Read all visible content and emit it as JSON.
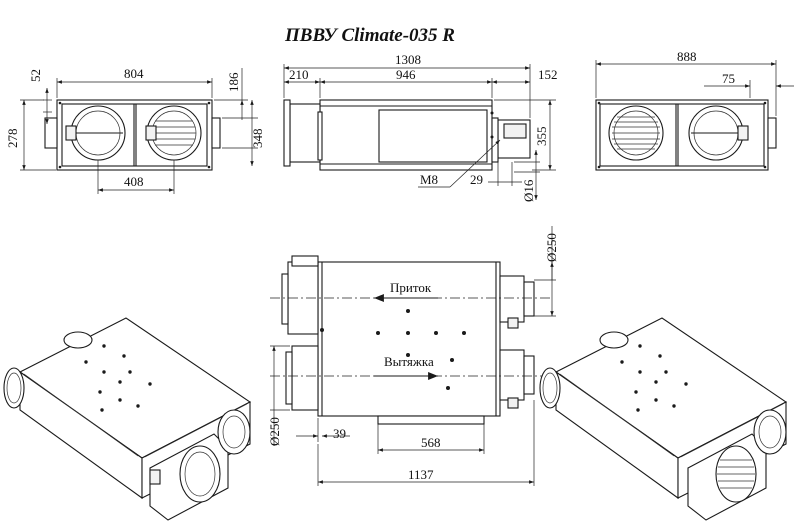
{
  "title": "ПВВУ Climate-035 R",
  "front_view": {
    "width": "804",
    "left_offset": "52",
    "height_total": "278",
    "right_height": "186",
    "duct_spacing": "408",
    "right_offset": "348"
  },
  "side_view": {
    "overall_length": "1308",
    "left_spigot": "210",
    "body_length": "946",
    "right_spigot": "152",
    "height": "355",
    "thread": "M8",
    "bracket_offset": "29",
    "drain_diameter": "Ø16"
  },
  "rear_view": {
    "width": "888",
    "offset": "75"
  },
  "top_view": {
    "duct_diameter_top": "Ø250",
    "duct_diameter_bottom": "Ø250",
    "supply_label": "Приток",
    "exhaust_label": "Вытяжка",
    "spigot_offset": "39",
    "mount_spacing": "568",
    "body_length": "1137"
  }
}
